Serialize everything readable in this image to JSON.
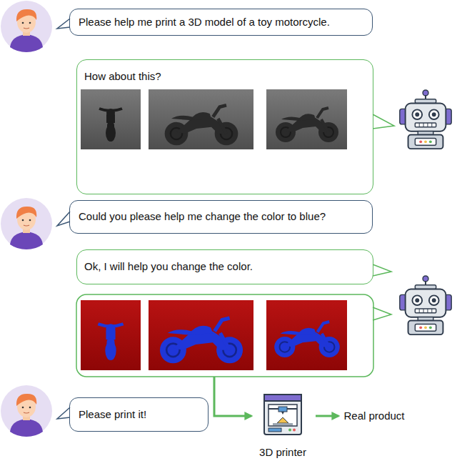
{
  "diagram": {
    "nodes": [
      {
        "text": [
          "Please help me print a 3D model of a toy motorcycle."
        ]
      },
      {
        "text": [
          "How about this?"
        ]
      },
      {
        "text": [
          "Could you please help me change the color to blue?"
        ]
      },
      {
        "text": [
          "Ok, I will help you change the color."
        ]
      },
      {
        "text": [
          "Please print it!"
        ]
      },
      {
        "text": [
          "3D printer"
        ]
      },
      {
        "text": [
          "Real product"
        ]
      }
    ],
    "edges": [
      {
        "from": 5,
        "to": 6,
        "arrow": "to"
      }
    ]
  }
}
